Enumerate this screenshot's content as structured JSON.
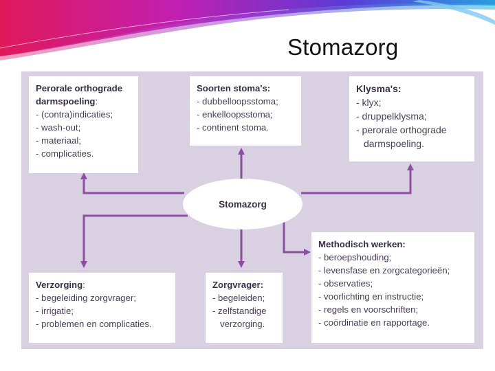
{
  "slide": {
    "title": "Stomazorg"
  },
  "center": {
    "label": "Stomazorg"
  },
  "boxes": {
    "perorale": {
      "heading_line1": "Perorale orthograde",
      "heading_line2": "darmspoeling",
      "heading_suffix": ":",
      "items": [
        "- (contra)indicaties;",
        "- wash-out;",
        "- materiaal;",
        "- complicaties."
      ]
    },
    "soorten": {
      "heading": "Soorten stoma's:",
      "items": [
        "- dubbelloopsstoma;",
        "- enkelloopsstoma;",
        "- continent stoma."
      ]
    },
    "klysma": {
      "heading": "Klysma's:",
      "items": [
        "- klyx;",
        "- druppelklysma;",
        "- perorale orthograde darmspoeling."
      ]
    },
    "verzorging": {
      "heading": "Verzorging",
      "heading_suffix": ":",
      "items": [
        "- begeleiding zorgvrager;",
        "- irrigatie;",
        "- problemen en complicaties."
      ]
    },
    "zorgvrager": {
      "heading": "Zorgvrager:",
      "items": [
        "- begeleiden;",
        "- zelfstandige verzorging."
      ]
    },
    "methodisch": {
      "heading": "Methodisch werken:",
      "items": [
        "- beroepshouding;",
        "- levensfase en zorgcategorieën;",
        "- observaties;",
        "- voorlichting en instructie;",
        "- regels en voorschriften;",
        "- coördinatie en rapportage."
      ]
    }
  },
  "colors": {
    "panel": "#d9d0e1",
    "connector": "#8a4fa3",
    "text": "#4a3d5a"
  }
}
